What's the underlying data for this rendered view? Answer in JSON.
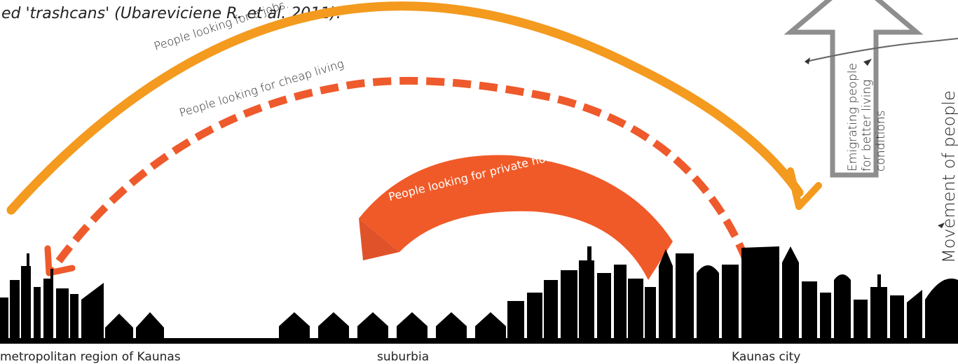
{
  "caption": {
    "line1": "ed 'trashcans' (Ubareviciene R. et al. 2011)."
  },
  "flows": {
    "jobs": "People looking for a jobs.",
    "cheap": "People looking for cheap living",
    "private": "People looking for private housing",
    "emigrating": [
      "Emigrating people",
      "for better living",
      "conditions"
    ],
    "movement": "Movement of people"
  },
  "regions": {
    "metro": "metropolitan region of Kaunas",
    "suburbia": "suburbia",
    "city": "Kaunas city"
  },
  "colors": {
    "yellow_arrow": "#F39A1F",
    "red_arrow": "#EE5A2C",
    "private_arrow": "#F05A28",
    "emigration_arrow": "#8E8E8E",
    "skyline": "#000000"
  }
}
